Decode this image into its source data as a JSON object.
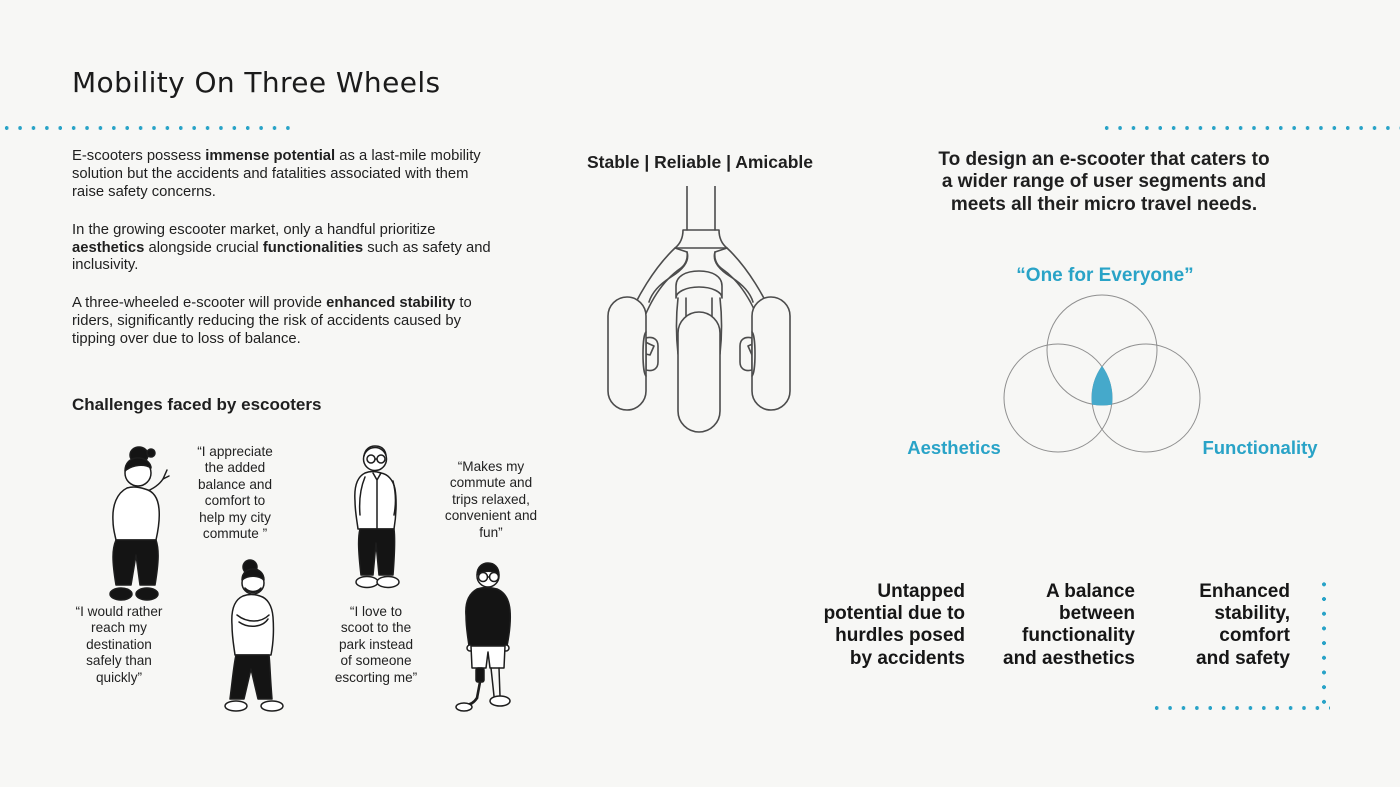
{
  "colors": {
    "background": "#f7f7f5",
    "ink": "#1f1f1f",
    "accent": "#29a3c7",
    "venn_fill": "#45a9cb"
  },
  "page": {
    "title": "Mobility On Three Wheels"
  },
  "intro": {
    "paragraphs": [
      {
        "segments": [
          {
            "t": "E-scooters possess ",
            "b": false
          },
          {
            "t": "immense potential",
            "b": true
          },
          {
            "t": " as a last-mile mobility solution but the accidents and fatalities associated with them raise safety concerns.",
            "b": false
          }
        ]
      },
      {
        "segments": [
          {
            "t": "In the growing escooter market, only a handful prioritize ",
            "b": false
          },
          {
            "t": "aesthetics",
            "b": true
          },
          {
            "t": " alongside crucial ",
            "b": false
          },
          {
            "t": "functionalities",
            "b": true
          },
          {
            "t": " such as safety and inclusivity.",
            "b": false
          }
        ]
      },
      {
        "segments": [
          {
            "t": "A three-wheeled e-scooter will provide ",
            "b": false
          },
          {
            "t": "enhanced stability",
            "b": true
          },
          {
            "t": " to riders, significantly reducing the risk of accidents caused by tipping over due to loss of balance.",
            "b": false
          }
        ]
      }
    ]
  },
  "challenges": {
    "heading": "Challenges faced by escooters",
    "quotes": [
      {
        "persona": "woman pointing",
        "text": "“I appreciate\nthe added\nbalance and\ncomfort to\nhelp my city\ncommute ”"
      },
      {
        "persona": "person with arms crossed",
        "text": "“I would rather\nreach my\ndestination\nsafely than\nquickly”"
      },
      {
        "persona": "elderly man with glasses",
        "text": "“Makes my\ncommute and\ntrips relaxed,\nconvenient and\nfun”"
      },
      {
        "persona": "person with prosthetic leg",
        "text": "“I love to\nscoot to the\npark instead\nof someone\nescorting me”"
      }
    ],
    "illustrations": [
      "woman-pointing",
      "person-arms-crossed",
      "elderly-man",
      "person-prosthetic-leg"
    ]
  },
  "center": {
    "heading": "Stable | Reliable | Amicable",
    "illustration": "three-wheel-scooter-front-view"
  },
  "goal": {
    "statement": "To design an e-scooter that caters to\na wider range of user segments and\nmeets all their micro travel needs.",
    "tagline": "“One for Everyone”",
    "venn": {
      "type": "venn-diagram",
      "circles": 3,
      "highlighted_region": "center intersection",
      "labels": {
        "top": "“One for Everyone”",
        "bottom_left": "Aesthetics",
        "bottom_right": "Functionality"
      }
    }
  },
  "insights": [
    {
      "text": "Untapped\npotential due to\nhurdles posed\nby accidents"
    },
    {
      "text": "A balance\nbetween\nfunctionality\nand aesthetics"
    },
    {
      "text": "Enhanced\nstability,\ncomfort\nand safety"
    }
  ]
}
